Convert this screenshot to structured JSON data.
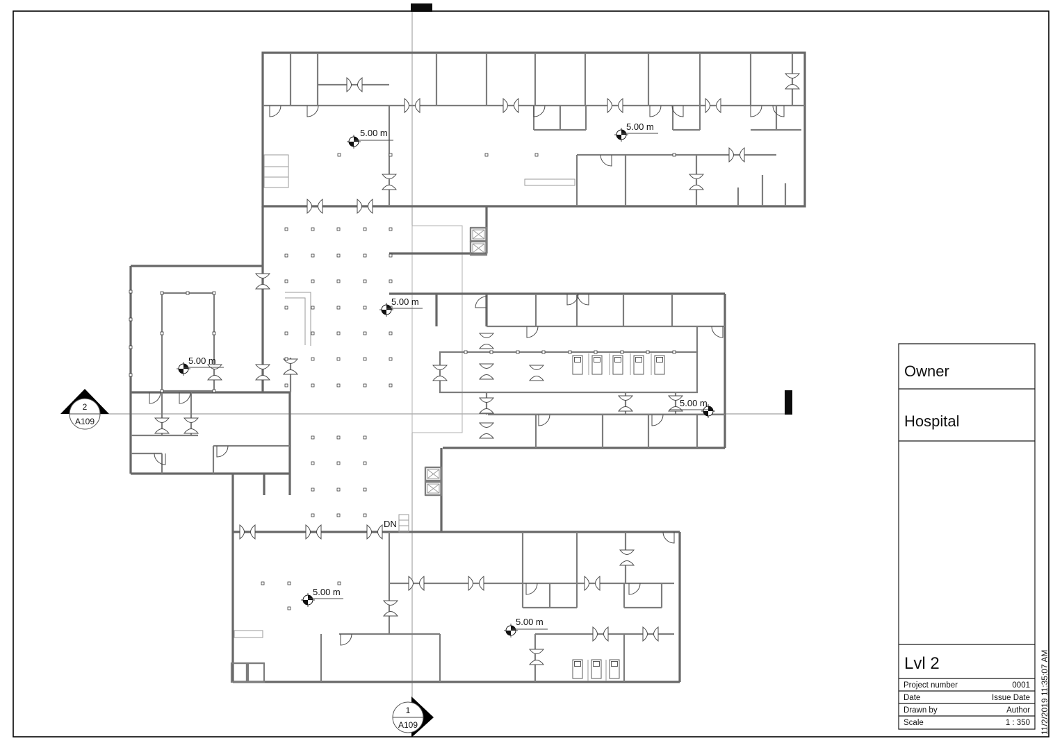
{
  "sheet": {
    "timestamp": "11/2/2019 11:35:07 AM"
  },
  "title_block": {
    "owner": "Owner",
    "project_name": "Hospital",
    "view_title": "Lvl 2",
    "fields": [
      {
        "label": "Project number",
        "value": "0001"
      },
      {
        "label": "Date",
        "value": "Issue Date"
      },
      {
        "label": "Drawn by",
        "value": "Author"
      },
      {
        "label": "Scale",
        "value": "1 : 350"
      }
    ]
  },
  "plan": {
    "stair_label": "DN",
    "spot_coordinates": [
      "5.00 m",
      "5.00 m",
      "5.00 m",
      "5.00 m",
      "5.00 m",
      "5.00 m",
      "5.00 m"
    ],
    "section_markers": {
      "left": {
        "detail_number": "2",
        "sheet_number": "A109"
      },
      "bottom": {
        "detail_number": "1",
        "sheet_number": "A109"
      }
    }
  },
  "colors": {
    "wall": "#6f6f6f",
    "annotation": "#111111",
    "section_line": "#8a8a8a",
    "paper": "#ffffff"
  }
}
